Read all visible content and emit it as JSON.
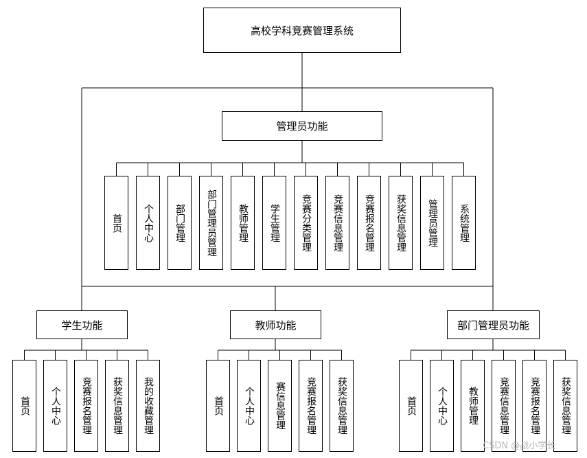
{
  "root": "高校学科竞赛管理系统",
  "admin": {
    "title": "管理员功能",
    "items": [
      "首页",
      "个人中心",
      "部门管理",
      "部门管理员管理",
      "教师管理",
      "学生管理",
      "竞赛分类管理",
      "竞赛信息管理",
      "竞赛报名管理",
      "获奖信息管理",
      "管理员管理",
      "系统管理"
    ]
  },
  "student": {
    "title": "学生功能",
    "items": [
      "首页",
      "个人中心",
      "竞赛报名管理",
      "获奖信息管理",
      "我的收藏管理"
    ]
  },
  "teacher": {
    "title": "教师功能",
    "items": [
      "首页",
      "个人中心",
      "赛信息管理",
      "竞赛报名管理",
      "获奖信息管理"
    ]
  },
  "dept": {
    "title": "部门管理员功能",
    "items": [
      "首页",
      "个人中心",
      "教师管理",
      "竞赛信息管理",
      "竞赛报名管理",
      "获奖信息管理"
    ]
  },
  "watermark": "CSDN @战小学长"
}
